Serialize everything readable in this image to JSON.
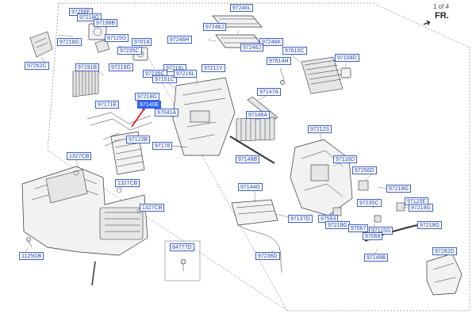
{
  "header": {
    "page_indicator": "1 of 4",
    "direction_label": "FR."
  },
  "labels": [
    {
      "id": "97256F",
      "text": "97256F"
    },
    {
      "id": "97218G-a",
      "text": "97218G"
    },
    {
      "id": "97198B",
      "text": "97198B"
    },
    {
      "id": "97218G-b",
      "text": "97218G"
    },
    {
      "id": "97115G-a",
      "text": "97115G"
    },
    {
      "id": "97018",
      "text": "97018"
    },
    {
      "id": "97235C-a",
      "text": "97235C"
    },
    {
      "id": "97218G-c",
      "text": "97218G"
    },
    {
      "id": "97262C",
      "text": "97262C"
    },
    {
      "id": "97246L",
      "text": "97246L"
    },
    {
      "id": "97246J",
      "text": "97246J"
    },
    {
      "id": "97246H",
      "text": "97246H"
    },
    {
      "id": "97246K",
      "text": "97246K"
    },
    {
      "id": "97246J-b",
      "text": "97246J"
    },
    {
      "id": "97610C",
      "text": "97610C"
    },
    {
      "id": "97108D",
      "text": "97108D"
    },
    {
      "id": "97614H",
      "text": "97614H"
    },
    {
      "id": "97191B",
      "text": "97191B"
    },
    {
      "id": "97216L-a",
      "text": "97216L"
    },
    {
      "id": "97235C-b",
      "text": "97235C"
    },
    {
      "id": "97211V",
      "text": "97211V"
    },
    {
      "id": "97151C",
      "text": "97151C"
    },
    {
      "id": "97216L-b",
      "text": "97216L"
    },
    {
      "id": "97218G-d",
      "text": "97218G"
    },
    {
      "id": "97147A",
      "text": "97147A"
    },
    {
      "id": "97171E",
      "text": "97171E"
    },
    {
      "id": "97140E",
      "text": "97140E",
      "highlight": true
    },
    {
      "id": "97041A",
      "text": "97041A"
    },
    {
      "id": "97146A",
      "text": "97146A"
    },
    {
      "id": "97212S",
      "text": "97212S"
    },
    {
      "id": "97123B",
      "text": "97123B"
    },
    {
      "id": "97176",
      "text": "97176"
    },
    {
      "id": "97148B",
      "text": "97148B"
    },
    {
      "id": "97116D",
      "text": "97116D"
    },
    {
      "id": "1327CB-a",
      "text": "1327CB"
    },
    {
      "id": "97256D",
      "text": "97256D"
    },
    {
      "id": "97144G",
      "text": "97144G"
    },
    {
      "id": "97218G-e",
      "text": "97218G"
    },
    {
      "id": "1327CB-b",
      "text": "1327CB"
    },
    {
      "id": "97235C-c",
      "text": "97235C"
    },
    {
      "id": "97125F",
      "text": "97125F"
    },
    {
      "id": "1327CB-c",
      "text": "1327CB"
    },
    {
      "id": "97218G-f",
      "text": "97218G"
    },
    {
      "id": "97137D",
      "text": "97137D"
    },
    {
      "id": "97593",
      "text": "97593"
    },
    {
      "id": "97218G-g",
      "text": "97218G"
    },
    {
      "id": "97067",
      "text": "97067"
    },
    {
      "id": "97115G-b",
      "text": "97115G"
    },
    {
      "id": "97218G-h",
      "text": "97218G"
    },
    {
      "id": "97069",
      "text": "97069"
    },
    {
      "id": "84777D",
      "text": "84777D"
    },
    {
      "id": "97149B",
      "text": "97149B"
    },
    {
      "id": "97282D",
      "text": "97282D"
    },
    {
      "id": "1125GB",
      "text": "1125GB"
    },
    {
      "id": "97236D",
      "text": "97236D"
    }
  ]
}
